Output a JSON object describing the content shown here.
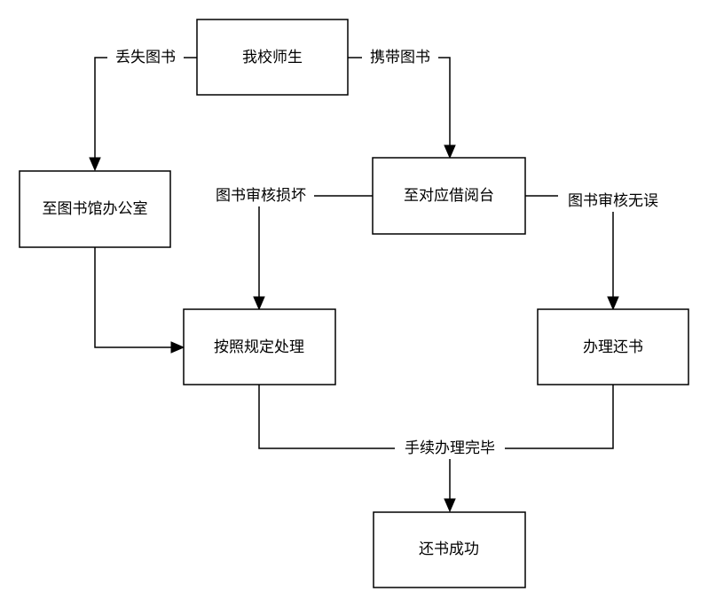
{
  "nodes": {
    "teachers_students": "我校师生",
    "library_office": "至图书馆办公室",
    "circulation_desk": "至对应借阅台",
    "handle_by_rules": "按照规定处理",
    "process_return": "办理还书",
    "return_success": "还书成功"
  },
  "edges": {
    "lost_book": "丢失图书",
    "carry_book": "携带图书",
    "review_damaged": "图书审核损坏",
    "review_ok": "图书审核无误",
    "procedures_done": "手续办理完毕"
  }
}
